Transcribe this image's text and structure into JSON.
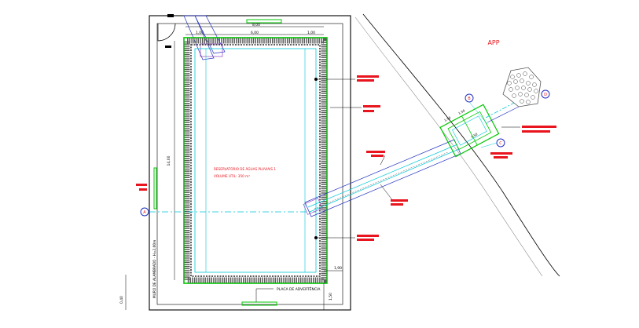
{
  "labels": {
    "app": "APP",
    "reservoir_title": "RESERVATÓRIO DE ÁGUAS PLUVIAIS 1",
    "reservoir_volume": "VOLUME ÚTIL: 350 m³",
    "warning_plate": "PLACA DE ADVERTÊNCIA",
    "wall_note": "MURO DE ALAMBRADO - H=2,00m"
  },
  "dimensions": {
    "top_overall": "8,00",
    "top_inner": "6,00",
    "top_left": "1,00",
    "top_right": "1,00",
    "left_height": "14,00",
    "right_bottom": "1,90",
    "bottom_right_vertical": "1,50",
    "bottom_left_vertical": "0,40",
    "box_a": "1,50",
    "box_b": "1,50",
    "box_c": "1,50"
  },
  "section_markers": {
    "a": "A",
    "b": "B",
    "c": "C",
    "d": "D"
  },
  "colors": {
    "outline": "#000000",
    "cyan": "#00c8d8",
    "green": "#00c800",
    "red": "#e8141e",
    "blue": "#2030c0",
    "magenta": "#9040c0",
    "gray": "#909090"
  }
}
